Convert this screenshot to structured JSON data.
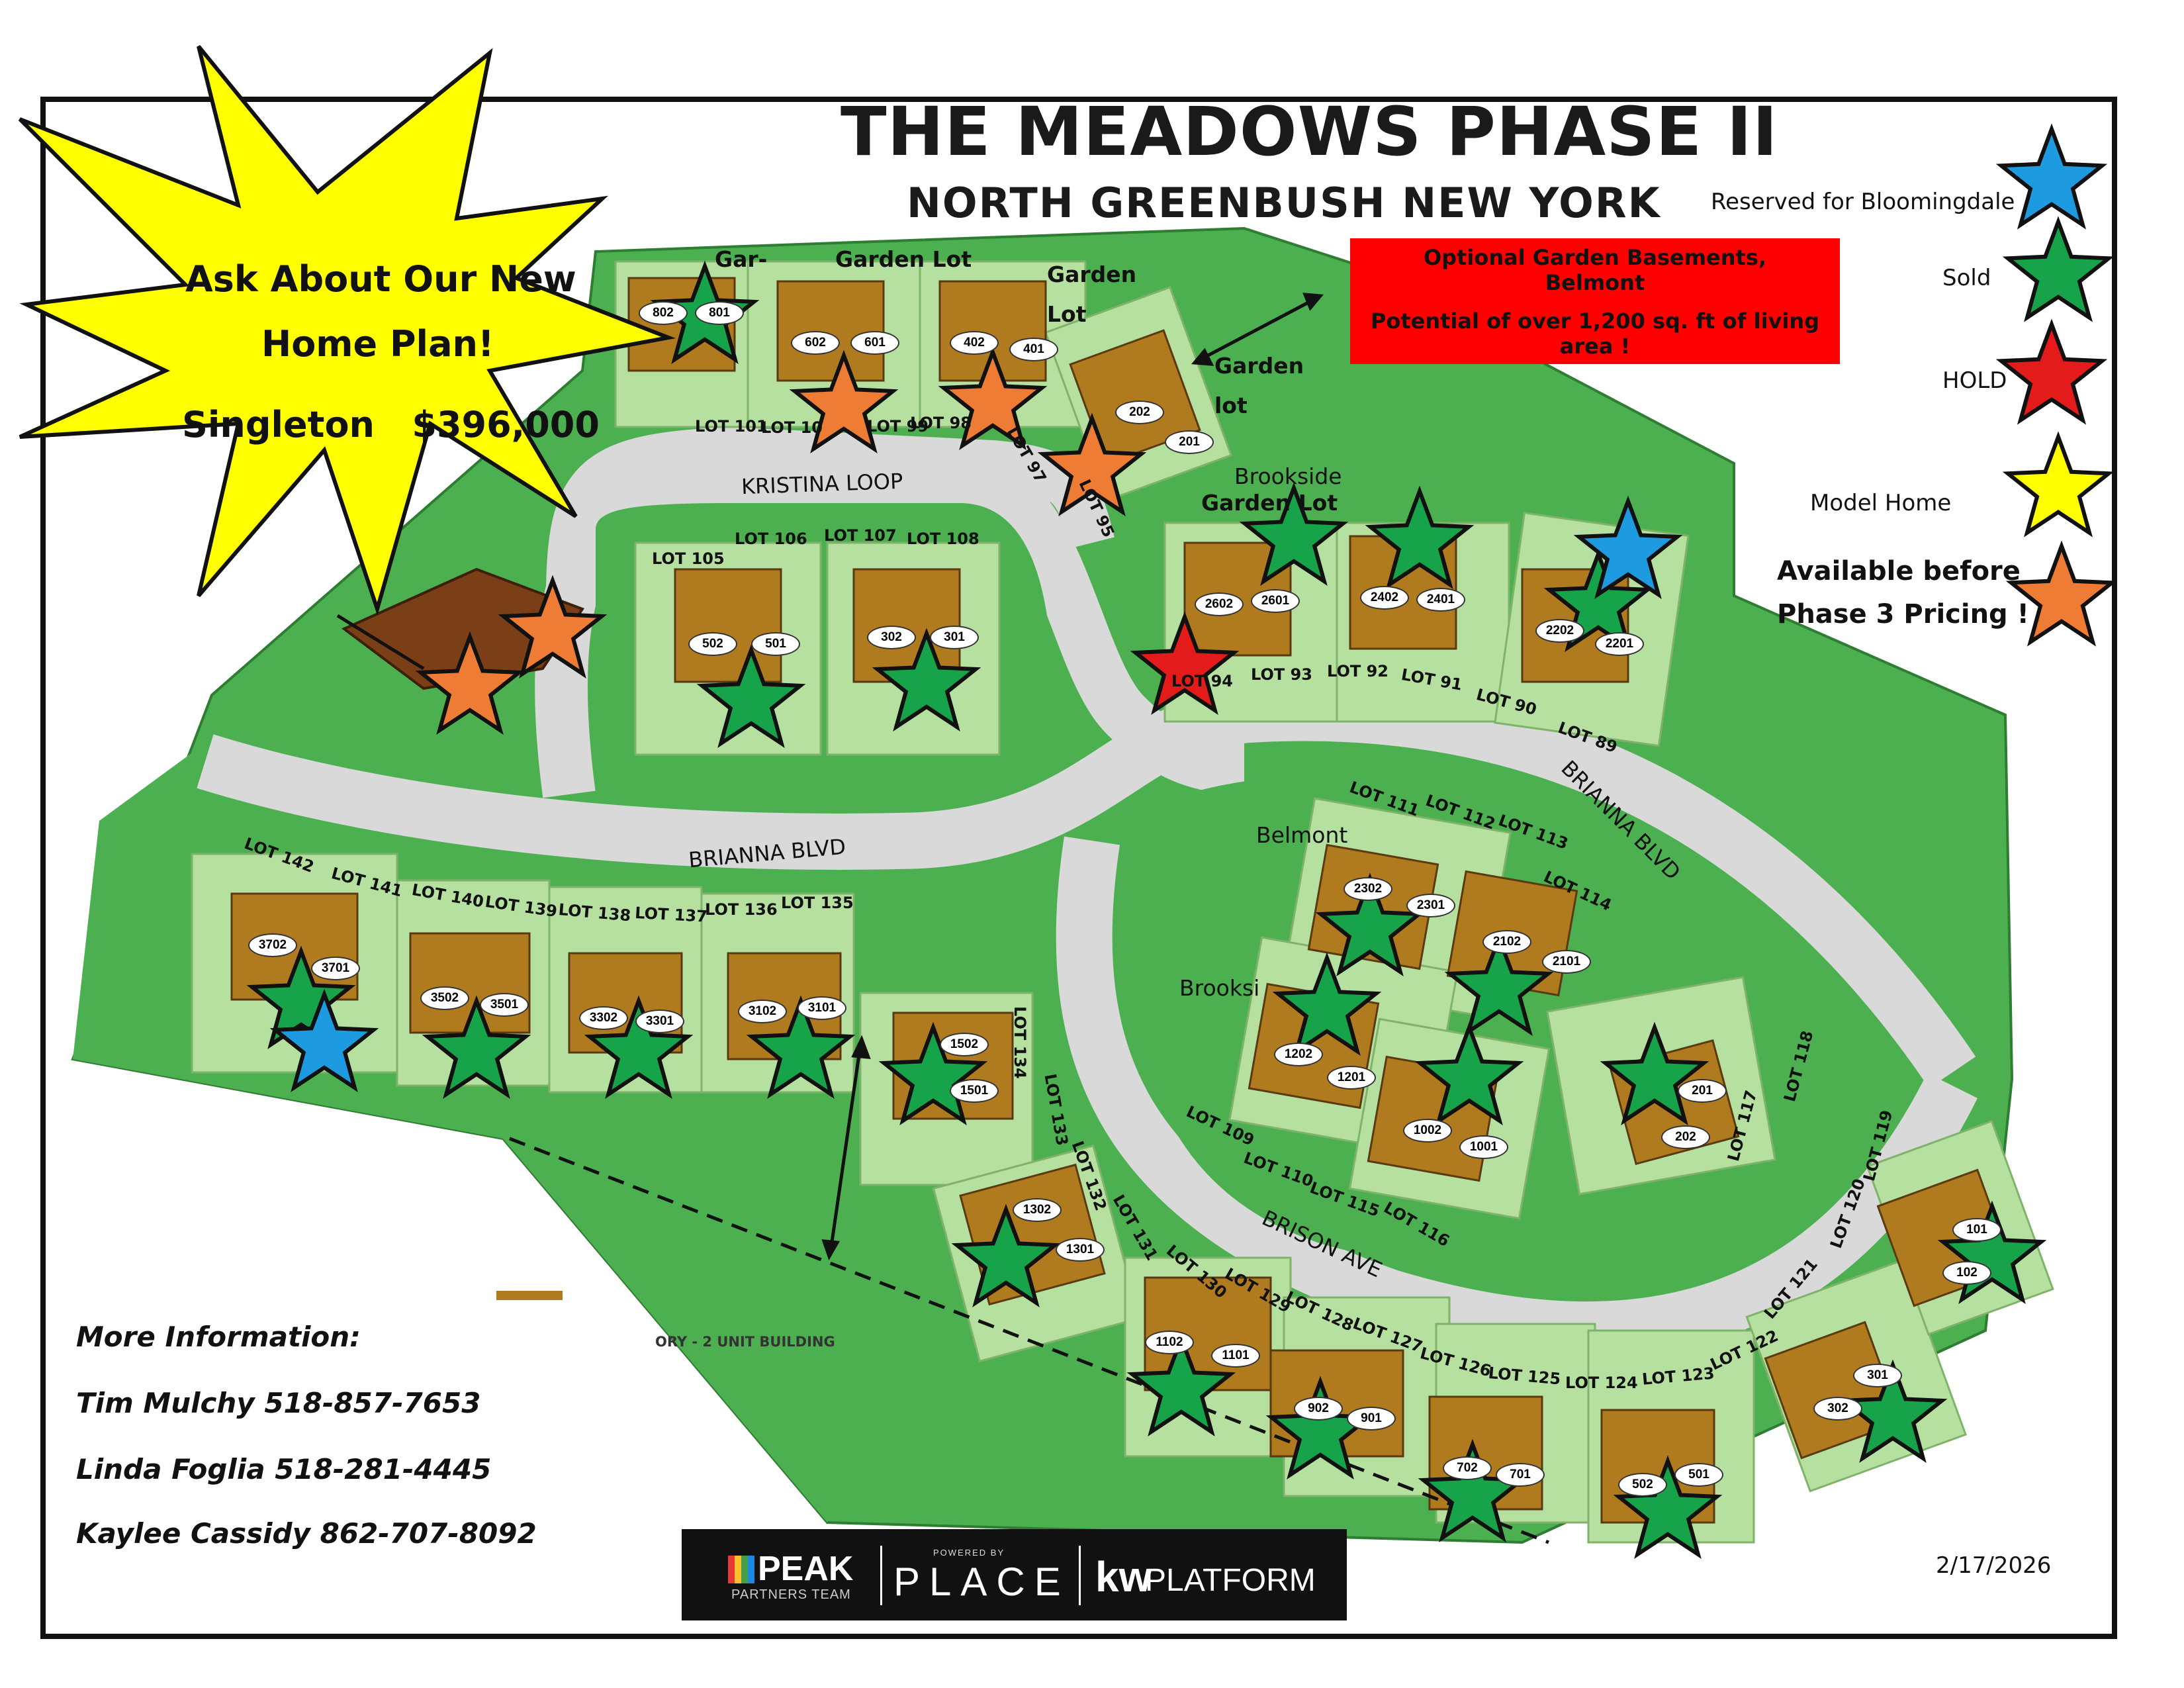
{
  "header": {
    "title": "THE MEADOWS PHASE II",
    "subtitle": "NORTH GREENBUSH NEW YORK"
  },
  "promo": {
    "line1": "Ask About Our New",
    "line2": "Home Plan!",
    "line3": "Singleton   $396,000",
    "color": "#ffff00"
  },
  "garden_notice": {
    "line1": "Optional Garden Basements,",
    "line2": "Belmont",
    "line3": "Potential of over 1,200 sq. ft of living area !",
    "color": "#ff0000"
  },
  "legend": [
    {
      "label": "Reserved for Bloomingdale",
      "color": "#1e9be0"
    },
    {
      "label": "Sold",
      "color": "#16a34a"
    },
    {
      "label": "HOLD",
      "color": "#e31b1b"
    },
    {
      "label": "Model Home",
      "color": "#ffff00"
    },
    {
      "label": "Available before",
      "label2": "Phase 3 Pricing !",
      "color": "#ee7c35"
    }
  ],
  "streets": {
    "kristina_loop": "KRISTINA LOOP",
    "brianna_blvd_west": "BRIANNA BLVD",
    "brianna_blvd_east": "BRIANNA BLVD",
    "brison_ave": "BRISON AVE"
  },
  "callouts": {
    "gar": "Gar-",
    "garden_lot_top": "Garden Lot",
    "garden_lot_right_1": "Garden",
    "garden_lot_right_2": "Lot",
    "garden_lot_far_1": "Garden",
    "garden_lot_far_2": "lot",
    "brookside": "Brookside",
    "garden_lot_brookside": "Garden Lot",
    "belmont": "Belmont",
    "brooksi": "Brooksi"
  },
  "lots": [
    {
      "label": "LOT 101"
    },
    {
      "label": "LOT 10"
    },
    {
      "label": "LOT 99"
    },
    {
      "label": "LOT 98"
    },
    {
      "label": "LOT 97"
    },
    {
      "label": "LOT 95"
    },
    {
      "label": "LOT 105"
    },
    {
      "label": "LOT 106"
    },
    {
      "label": "LOT 107"
    },
    {
      "label": "LOT 108"
    },
    {
      "label": "LOT 94"
    },
    {
      "label": "LOT 93"
    },
    {
      "label": "LOT 92"
    },
    {
      "label": "LOT 91"
    },
    {
      "label": "LOT 90"
    },
    {
      "label": "LOT 89"
    },
    {
      "label": "LOT 142"
    },
    {
      "label": "LOT 141"
    },
    {
      "label": "LOT 140"
    },
    {
      "label": "LOT 139"
    },
    {
      "label": "LOT 138"
    },
    {
      "label": "LOT 137"
    },
    {
      "label": "LOT 136"
    },
    {
      "label": "LOT 135"
    },
    {
      "label": "LOT 134"
    },
    {
      "label": "LOT 133"
    },
    {
      "label": "LOT 132"
    },
    {
      "label": "LOT 131"
    },
    {
      "label": "LOT 130"
    },
    {
      "label": "LOT 129"
    },
    {
      "label": "LOT 128"
    },
    {
      "label": "LOT 127"
    },
    {
      "label": "LOT 126"
    },
    {
      "label": "LOT 125"
    },
    {
      "label": "LOT 124"
    },
    {
      "label": "LOT 123"
    },
    {
      "label": "LOT 122"
    },
    {
      "label": "LOT 121"
    },
    {
      "label": "LOT 120"
    },
    {
      "label": "LOT 119"
    },
    {
      "label": "LOT 111"
    },
    {
      "label": "LOT 112"
    },
    {
      "label": "LOT 113"
    },
    {
      "label": "LOT 114"
    },
    {
      "label": "LOT 109"
    },
    {
      "label": "LOT 110"
    },
    {
      "label": "LOT 115"
    },
    {
      "label": "LOT 116"
    },
    {
      "label": "LOT 117"
    },
    {
      "label": "LOT 118"
    }
  ],
  "units": [
    "802",
    "801",
    "602",
    "601",
    "402",
    "401",
    "202",
    "201",
    "502",
    "501",
    "302",
    "301",
    "2602",
    "2601",
    "2402",
    "2401",
    "2202",
    "2201",
    "3702",
    "3701",
    "3502",
    "3501",
    "3302",
    "3301",
    "3102",
    "3101",
    "1502",
    "1501",
    "1302",
    "1301",
    "1102",
    "1101",
    "902",
    "901",
    "702",
    "701",
    "502",
    "501",
    "2302",
    "2301",
    "2102",
    "2101",
    "1202",
    "1201",
    "1002",
    "1001",
    "201",
    "202",
    "101",
    "102",
    "301",
    "302"
  ],
  "building_note": "ORY - 2 UNIT BUILDING",
  "contacts": {
    "heading": "More Information:",
    "c1": "Tim Mulchy 518-857-7653",
    "c2": "Linda Foglia 518-281-4445",
    "c3": "Kaylee Cassidy 862-707-8092"
  },
  "brand": {
    "peak": "PEAK",
    "peak_sub": "PARTNERS TEAM",
    "powered": "POWERED BY",
    "place": "PLACE",
    "kw": "kw",
    "platform": "PLATFORM"
  },
  "date": "2/17/2026",
  "colors": {
    "grass": "#4caf50",
    "lot": "#b5e0a0",
    "house": "#b07a1f",
    "road": "#d9d9d9"
  }
}
